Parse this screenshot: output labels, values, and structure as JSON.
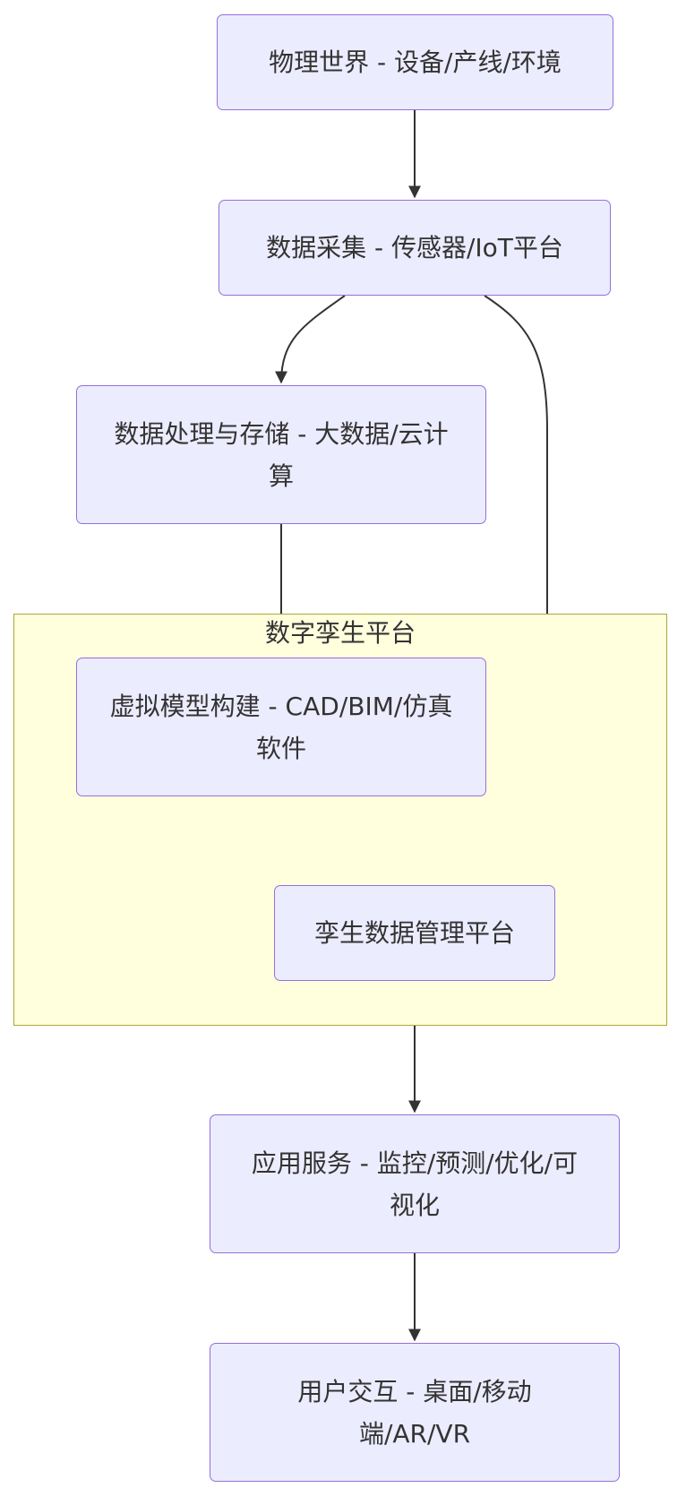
{
  "colors": {
    "node_fill": "#ececff",
    "node_border": "#9370db",
    "cluster_fill": "#ffffde",
    "cluster_border": "#aaaa33",
    "edge": "#333333",
    "text": "#333333"
  },
  "cluster": {
    "label": "数字孪生平台"
  },
  "nodes": {
    "physical": {
      "label": "物理世界 - 设备/产线/环境"
    },
    "collect": {
      "label": "数据采集 - 传感器/IoT平台"
    },
    "process": {
      "label": "数据处理与存储 - 大数据/云计算"
    },
    "model": {
      "label": "虚拟模型构建 - CAD/BIM/仿真软件"
    },
    "twin_platform": {
      "label": "孪生数据管理平台"
    },
    "apps": {
      "label": "应用服务 - 监控/预测/优化/可视化"
    },
    "interaction": {
      "label": "用户交互 - 桌面/移动端/AR/VR"
    }
  },
  "edges": [
    {
      "from": "physical",
      "to": "collect"
    },
    {
      "from": "collect",
      "to": "process"
    },
    {
      "from": "collect",
      "to": "twin_platform"
    },
    {
      "from": "process",
      "to": "model"
    },
    {
      "from": "model",
      "to": "twin_platform"
    },
    {
      "from": "twin_platform",
      "to": "apps"
    },
    {
      "from": "apps",
      "to": "interaction"
    }
  ]
}
